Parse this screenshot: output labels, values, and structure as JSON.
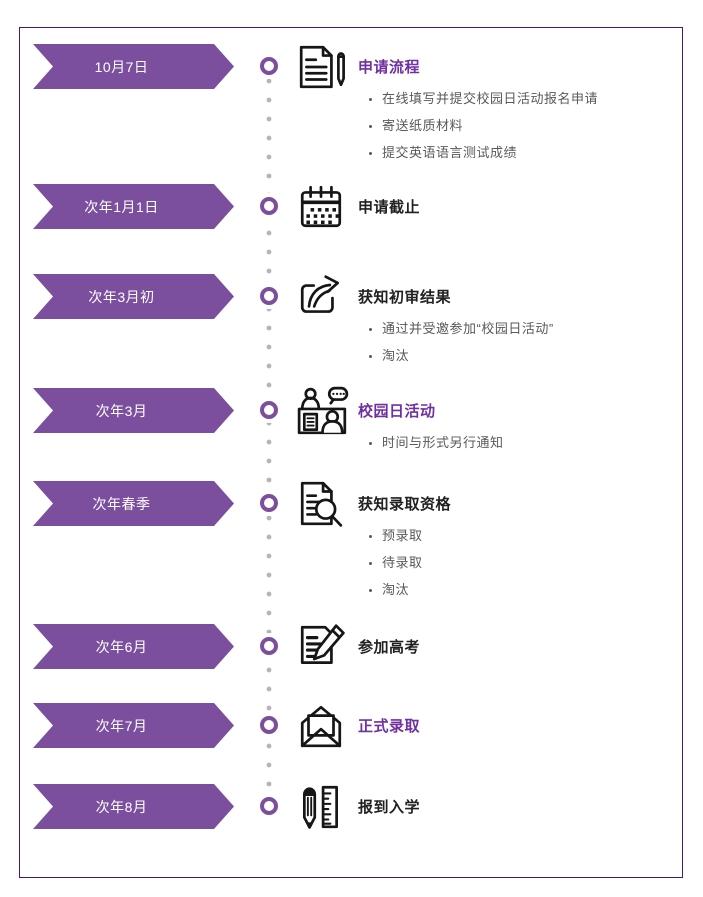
{
  "colors": {
    "accent": "#7B4F9E",
    "card_border": "#4B1671",
    "node_ring": "#7D4E9C",
    "purple_title": "#7030A0",
    "dark_title": "#212121",
    "bullet_text": "#595959",
    "dot_line": "#B7B3BA",
    "banner_text": "#FFFFFF"
  },
  "timeline": {
    "steps": [
      {
        "date": "10月7日",
        "title": "申请流程",
        "title_purple": true,
        "icon": "document-pen-icon",
        "bullets": [
          "在线填写并提交校园日活动报名申请",
          "寄送纸质材料",
          "提交英语语言测试成绩"
        ]
      },
      {
        "date": "次年1月1日",
        "title": "申请截止",
        "title_purple": false,
        "icon": "calendar-icon",
        "bullets": []
      },
      {
        "date": "次年3月初",
        "title": "获知初审结果",
        "title_purple": false,
        "icon": "share-arrow-icon",
        "bullets": [
          "通过并受邀参加“校园日活动”",
          "淘汰"
        ]
      },
      {
        "date": "次年3月",
        "title": "校园日活动",
        "title_purple": true,
        "icon": "interview-icon",
        "bullets": [
          "时间与形式另行通知"
        ]
      },
      {
        "date": "次年春季",
        "title": "获知录取资格",
        "title_purple": false,
        "icon": "document-search-icon",
        "bullets": [
          "预录取",
          "待录取",
          "淘汰"
        ]
      },
      {
        "date": "次年6月",
        "title": "参加高考",
        "title_purple": false,
        "icon": "exam-pencil-icon",
        "bullets": []
      },
      {
        "date": "次年7月",
        "title": "正式录取",
        "title_purple": true,
        "icon": "envelope-icon",
        "bullets": []
      },
      {
        "date": "次年8月",
        "title": "报到入学",
        "title_purple": false,
        "icon": "pencil-ruler-icon",
        "bullets": []
      }
    ]
  }
}
